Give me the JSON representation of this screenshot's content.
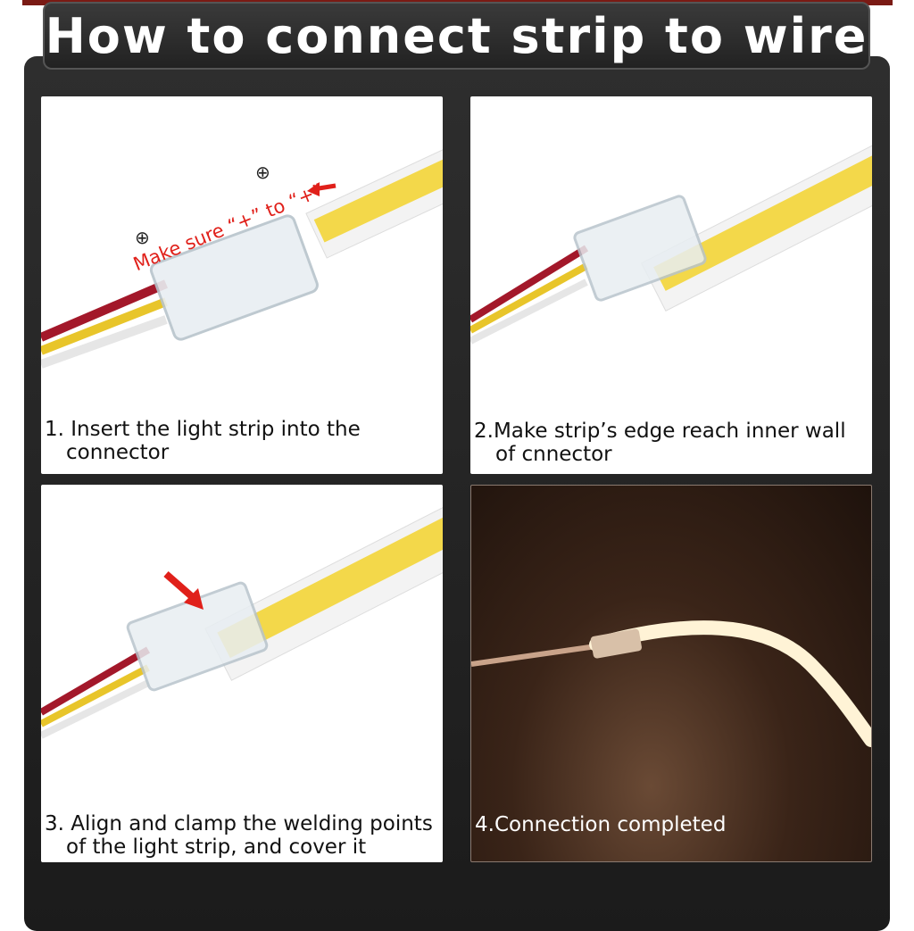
{
  "title": "How to connect strip to wire",
  "steps": [
    {
      "line1": "1. Insert the light strip into the",
      "line2": "connector",
      "note": "Make sure “+” to “+”"
    },
    {
      "line1": "2.Make strip’s edge reach inner wall",
      "line2": "of cnnector"
    },
    {
      "line1": "3. Align and clamp the welding points",
      "line2": "of the light strip, and cover it"
    },
    {
      "line1": "4.Connection completed"
    }
  ],
  "colors": {
    "accent": "#e0201a",
    "strip": "#f3d84a",
    "wire_red": "#a3182a",
    "wire_yellow": "#e8c52a"
  }
}
